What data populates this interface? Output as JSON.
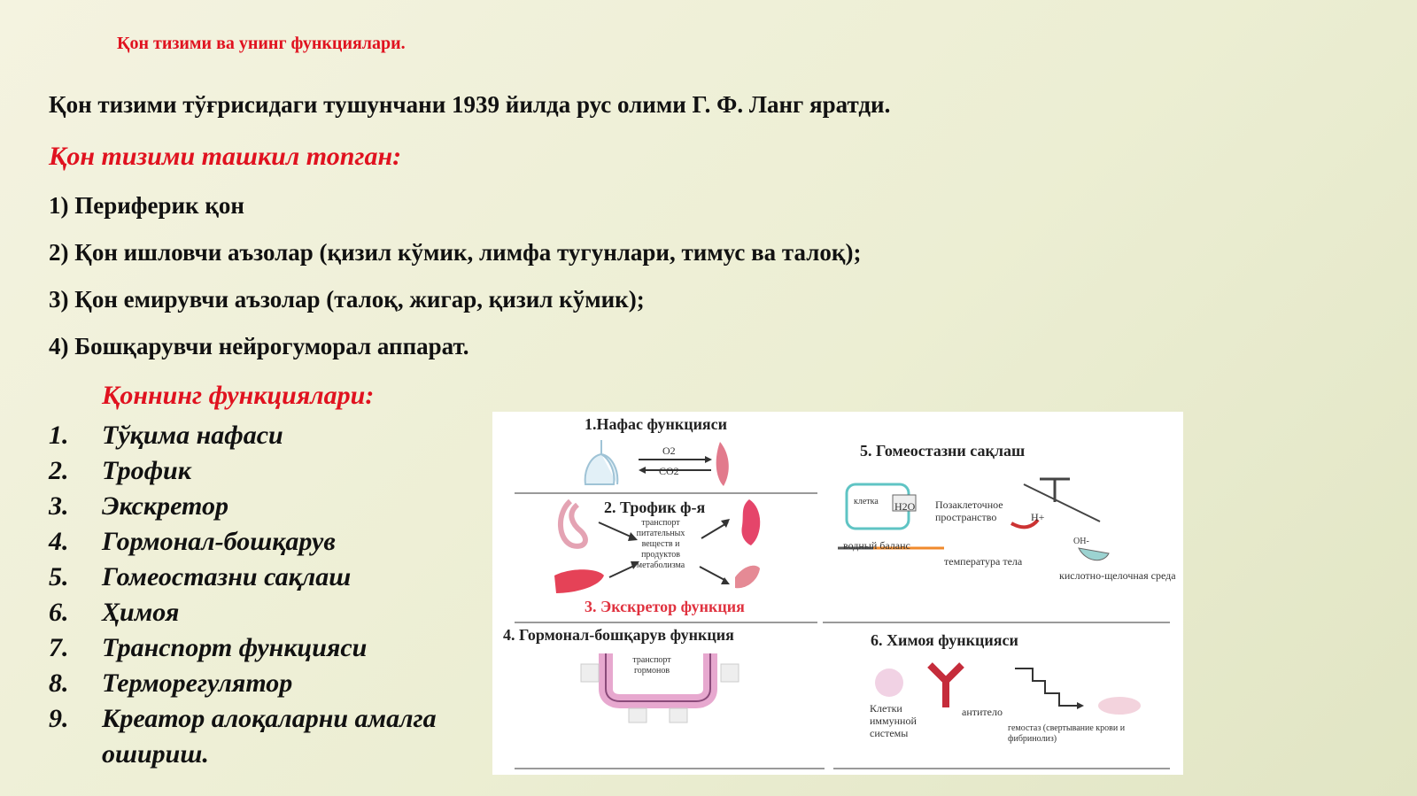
{
  "slide": {
    "small_title": "Қон тизими ва унинг функциялари.",
    "intro": "Қон тизими тўғрисидаги тушунчани 1939 йилда рус олими Г. Ф. Ланг яратди.",
    "system_heading": "Қон тизими ташкил топган:",
    "system_items": [
      "1) Периферик қон",
      "2) Қон ишловчи аъзолар (қизил кўмик, лимфа тугунлари, тимус ва талоқ);",
      "3) Қон емирувчи аъзолар (талоқ, жигар, қизил кўмик);",
      "4) Бошқарувчи нейрогуморал аппарат."
    ],
    "functions_heading": "Қоннинг функциялари:",
    "functions": [
      {
        "num": "1.",
        "text": "Тўқима нафаси"
      },
      {
        "num": "2.",
        "text": "Трофик"
      },
      {
        "num": "3.",
        "text": "Экскретор"
      },
      {
        "num": "4.",
        "text": "Гормонал-бошқарув"
      },
      {
        "num": "5.",
        "text": "Гомеостазни сақлаш"
      },
      {
        "num": "6.",
        "text": "Ҳимоя"
      },
      {
        "num": "7.",
        "text": "Транспорт функцияси"
      },
      {
        "num": "8.",
        "text": "Терморегулятор"
      },
      {
        "num": "9.",
        "text": "Креатор алоқаларни амалга ошириш."
      }
    ]
  },
  "diagram": {
    "p1_title": "1.Нафас функцияси",
    "o2": "O2",
    "co2": "CO2",
    "p2_title": "2. Трофик ф-я",
    "transport_text": "транспорт питательных веществ и продуктов метаболизма",
    "p3_title": "3. Экскретор функция",
    "p4_title": "4. Гормонал-бошқарув функция",
    "hormone_text": "транспорт гормонов",
    "p5_title": "5. Гомеостазни сақлаш",
    "cell_label": "клетка",
    "h2o": "H2O",
    "extracellular": "Позаклеточное пространство",
    "h_plus": "H+",
    "oh_minus": "OH-",
    "water_balance": "водный баланс",
    "body_temp": "температура тела",
    "acid_base": "кислотно-щелочная среда",
    "p6_title": "6. Химоя функцияси",
    "immune_cells": "Клетки иммунной системы",
    "antibody": "антитело",
    "hemostasis": "гемостаз (свертывание крови и фибринолиз)"
  }
}
